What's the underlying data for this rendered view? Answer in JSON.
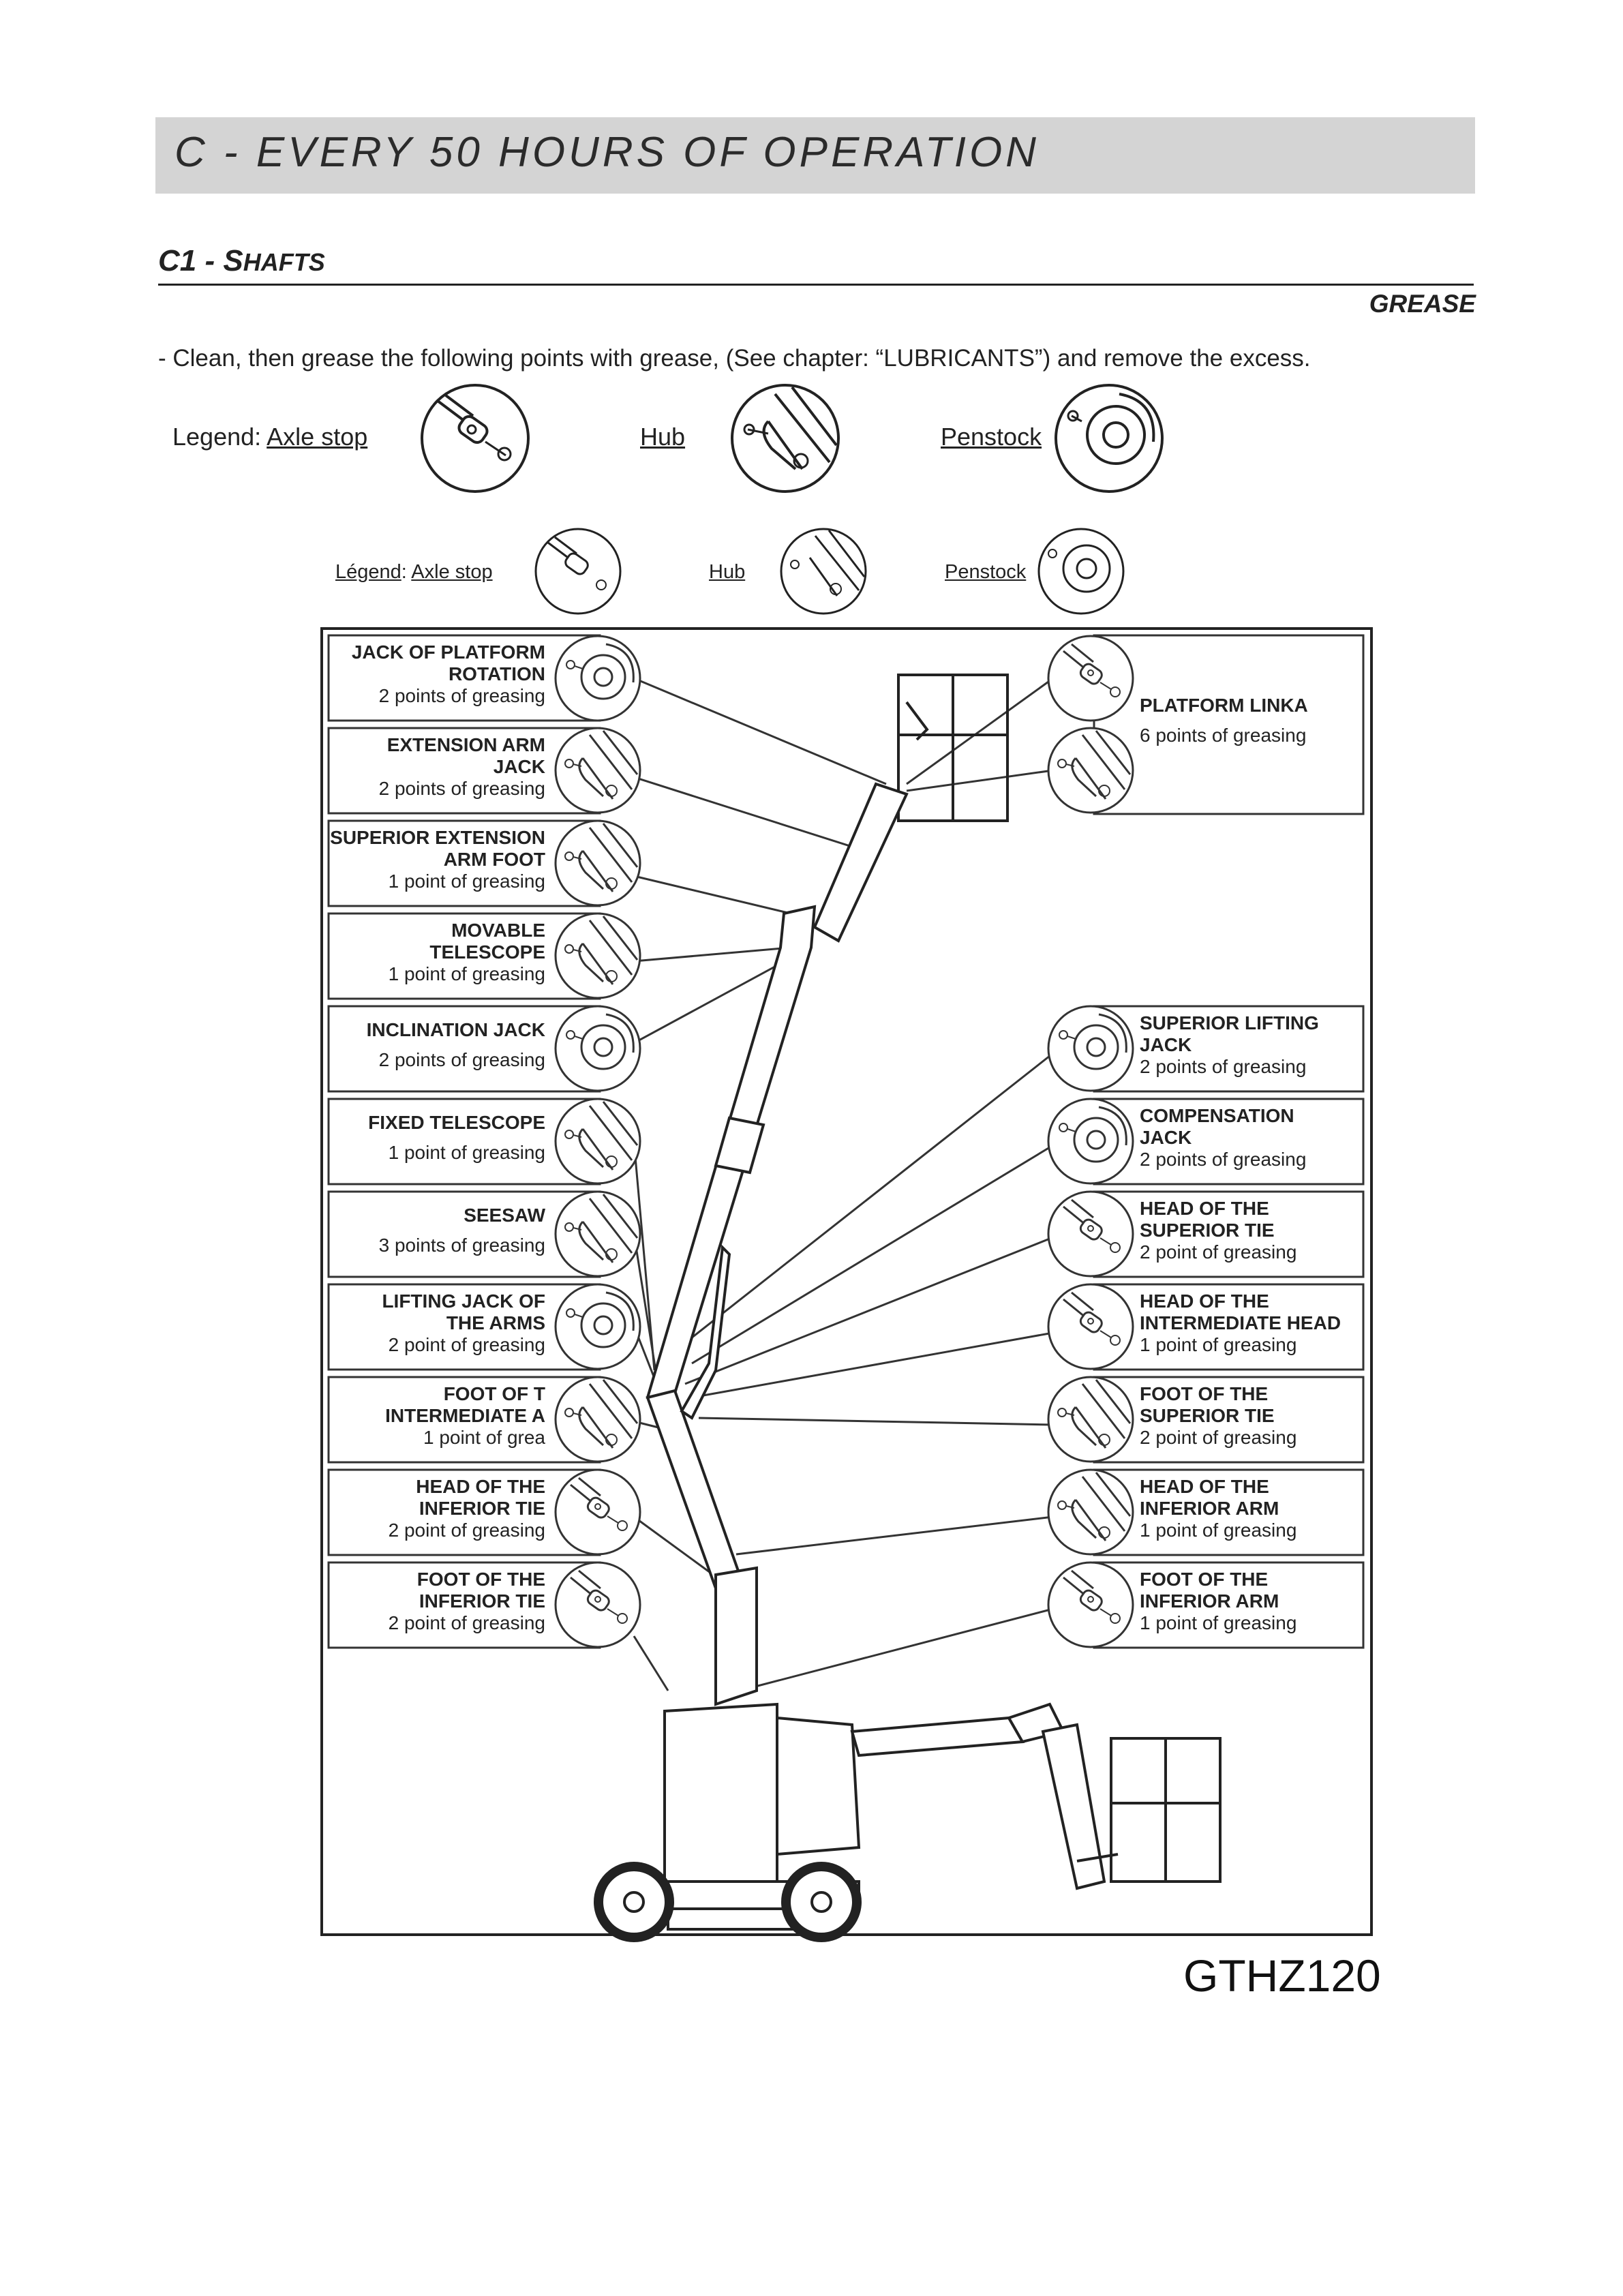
{
  "header": {
    "title": "C - EVERY 50 HOURS OF OPERATION",
    "section_num": "C1 - ",
    "section_first": "S",
    "section_rest": "HAFTS",
    "grease_tag": "GREASE"
  },
  "instruction": "- Clean, then grease the following points with grease, (See chapter: “LUBRICANTS”) and remove the excess.",
  "legend": {
    "label": "Legend: ",
    "axle": "Axle stop",
    "hub": "Hub",
    "penstock": "Penstock"
  },
  "legend_small": {
    "label": "Légend",
    "sep": ": ",
    "axle": "Axle stop",
    "hub": "Hub",
    "penstock": "Penstock"
  },
  "left_boxes": [
    {
      "lines": [
        "JACK OF PLATFORM",
        "ROTATION"
      ],
      "points": "2 points of greasing",
      "icon": "penstock"
    },
    {
      "lines": [
        "EXTENSION ARM",
        "JACK"
      ],
      "points": "2 points of greasing",
      "icon": "hub"
    },
    {
      "lines": [
        "SUPERIOR EXTENSION",
        "ARM FOOT"
      ],
      "points": "1 point of greasing",
      "icon": "hub"
    },
    {
      "lines": [
        "MOVABLE",
        "TELESCOPE"
      ],
      "points": "1 point of greasing",
      "icon": "hub"
    },
    {
      "lines": [
        "INCLINATION JACK"
      ],
      "points": "2 points of greasing",
      "icon": "penstock"
    },
    {
      "lines": [
        "FIXED TELESCOPE"
      ],
      "points": "1 point of greasing",
      "icon": "hub"
    },
    {
      "lines": [
        "SEESAW"
      ],
      "points": "3 points of greasing",
      "icon": "hub"
    },
    {
      "lines": [
        "LIFTING JACK OF",
        "THE ARMS"
      ],
      "points": "2 point of greasing",
      "icon": "penstock"
    },
    {
      "lines": [
        "FOOT OF T",
        "INTERMEDIATE A"
      ],
      "points": "1 point of grea",
      "icon": "hub"
    },
    {
      "lines": [
        "HEAD OF THE",
        "INFERIOR TIE"
      ],
      "points": "2 point of greasing",
      "icon": "axle"
    },
    {
      "lines": [
        "FOOT OF THE",
        "INFERIOR TIE"
      ],
      "points": "2 point of greasing",
      "icon": "axle"
    }
  ],
  "right_boxes": [
    {
      "lines": [
        "PLATFORM LINKA"
      ],
      "points": "6 points of greasing",
      "icon": "axle"
    },
    {
      "lines": [
        "SUPERIOR LIFTING",
        "JACK"
      ],
      "points": "2 points of greasing",
      "icon": "penstock"
    },
    {
      "lines": [
        "COMPENSATION",
        "JACK"
      ],
      "points": "2 points of greasing",
      "icon": "penstock"
    },
    {
      "lines": [
        "HEAD OF THE",
        "SUPERIOR TIE"
      ],
      "points": "2 point of greasing",
      "icon": "axle"
    },
    {
      "lines": [
        "HEAD OF THE",
        "INTERMEDIATE HEAD"
      ],
      "points": "1 point of greasing",
      "icon": "axle"
    },
    {
      "lines": [
        "FOOT OF THE",
        "SUPERIOR TIE"
      ],
      "points": "2 point of greasing",
      "icon": "hub"
    },
    {
      "lines": [
        "HEAD OF THE",
        "INFERIOR ARM"
      ],
      "points": "1 point of greasing",
      "icon": "hub"
    },
    {
      "lines": [
        "FOOT OF THE",
        "INFERIOR ARM"
      ],
      "points": "1 point of greasing",
      "icon": "axle"
    }
  ],
  "model_code": "GTHZ120"
}
